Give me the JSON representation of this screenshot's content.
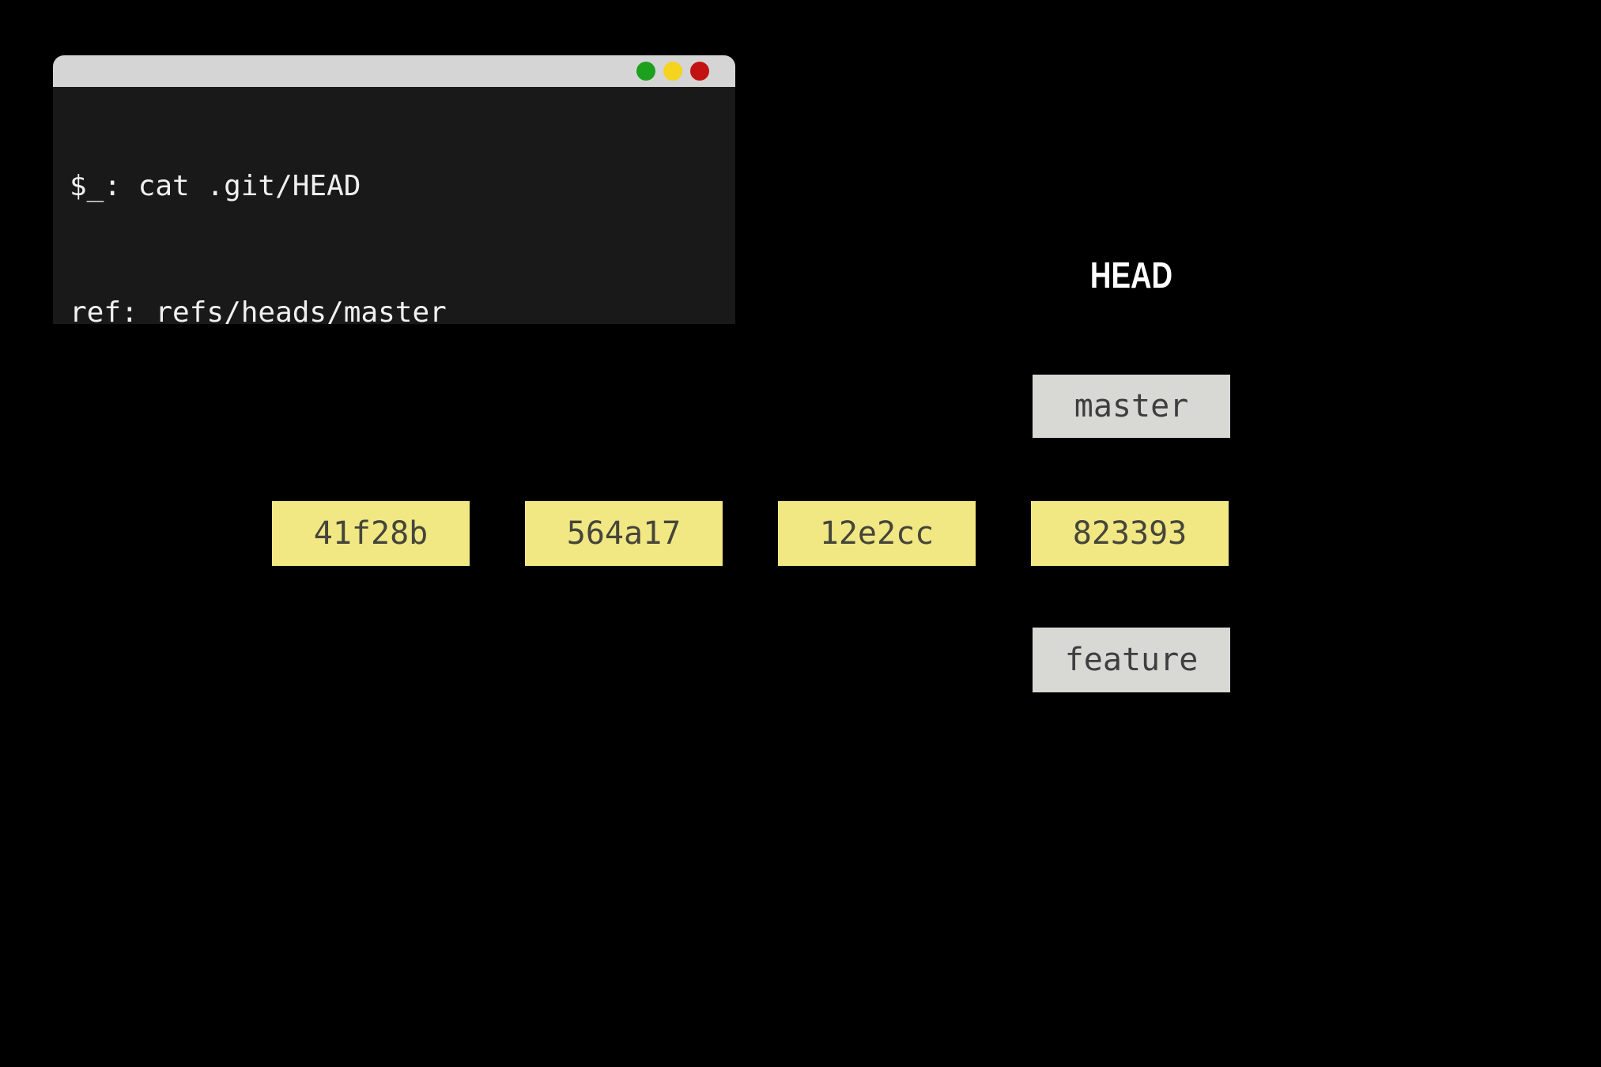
{
  "colors": {
    "page-bg": "#000000",
    "terminal-body": "#191919",
    "terminal-titlebar": "#d5d5d5",
    "terminal-text": "#f0f0f0",
    "light-green": "#1da01d",
    "light-yellow": "#f4d41f",
    "light-red": "#c31212",
    "commit-bg": "#f1e884",
    "commit-text": "#45453a",
    "branch-bg": "#d8d8d4",
    "branch-text": "#3e3e3e",
    "head-text": "#ffffff"
  },
  "terminal": {
    "lines": [
      "$_: cat .git/HEAD",
      "ref: refs/heads/master"
    ],
    "window_controls": [
      "green",
      "yellow",
      "red"
    ]
  },
  "diagram": {
    "head_label": "HEAD",
    "commits": [
      "41f28b",
      "564a17",
      "12e2cc",
      "823393"
    ],
    "branches": [
      {
        "label": "master"
      },
      {
        "label": "feature"
      }
    ]
  }
}
